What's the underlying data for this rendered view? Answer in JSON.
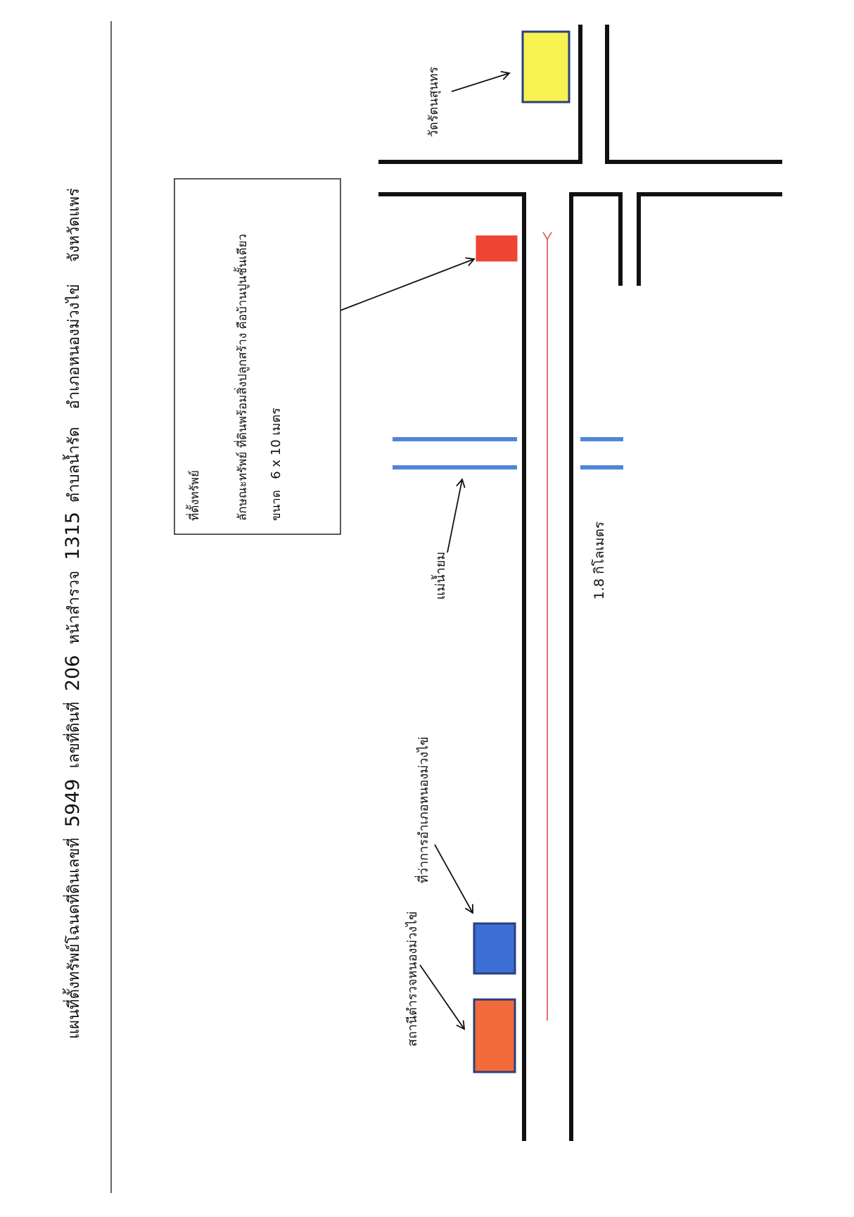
{
  "header": {
    "prefix": "แผนที่ตั้งทรัพย์โฉนดที่ดินเลขที่",
    "deed_no": "5949",
    "land_no_label": "เลขที่ดินที่",
    "land_no": "206",
    "survey_label": "หน้าสำรวจ",
    "survey_no": "1315",
    "subdistrict": "ตำบลน้ำรัด",
    "district": "อำเภอหนองม่วงไข่",
    "province": "จังหวัดแพร่"
  },
  "info_box": {
    "title": "ที่ตั้งทรัพย์",
    "description": "ลักษณะทรัพย์ ที่ดินพร้อมสิ่งปลูกสร้าง คือบ้านปูนชั้นเดียว",
    "size_label": "ขนาด",
    "size_value": "6 x 10 เมตร"
  },
  "landmarks": {
    "temple": "วัดรัตนสุนทร",
    "river": "แม่น้ำยม",
    "distance": "1.8 กิโลเมตร",
    "district_office": "ที่ว่าการอำเภอหนองม่วงไข่",
    "police_station": "สถานีตำรวจหนองม่วงไข่"
  },
  "colors": {
    "road": "#111111",
    "property": "#ee4433",
    "temple": "#f7f250",
    "building_outline": "#2b3f7c",
    "district_office": "#3b6fd4",
    "police_station": "#f26a3a",
    "river": "#4f86d6",
    "distance_arrow": "#e04848"
  }
}
